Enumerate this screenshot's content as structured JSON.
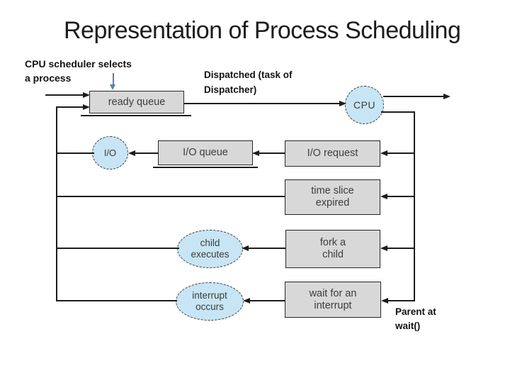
{
  "slide": {
    "title": "Representation of Process Scheduling"
  },
  "annotations": {
    "scheduler_line1": "CPU scheduler selects",
    "scheduler_line2": "a process",
    "dispatched_line1": "Dispatched (task of",
    "dispatched_line2": "Dispatcher)",
    "parent_line1": "Parent at",
    "parent_line2": "wait()"
  },
  "nodes": {
    "ready_queue": "ready queue",
    "cpu": "CPU",
    "io": "I/O",
    "io_queue": "I/O queue",
    "io_request": "I/O request",
    "time_slice_line1": "time slice",
    "time_slice_line2": "expired",
    "child_executes_line1": "child",
    "child_executes_line2": "executes",
    "fork_child_line1": "fork a",
    "fork_child_line2": "child",
    "wait_interrupt_line1": "wait for an",
    "wait_interrupt_line2": "interrupt",
    "interrupt_occurs_line1": "interrupt",
    "interrupt_occurs_line2": "occurs"
  },
  "colors": {
    "box_fill": "#d8d8d8",
    "ellipse_fill": "#c7e5f4",
    "line": "#1c1c1c",
    "pointer_arrow": "#5b81a1",
    "label_text": "#3d3d3d",
    "annotation_text": "#121212"
  }
}
